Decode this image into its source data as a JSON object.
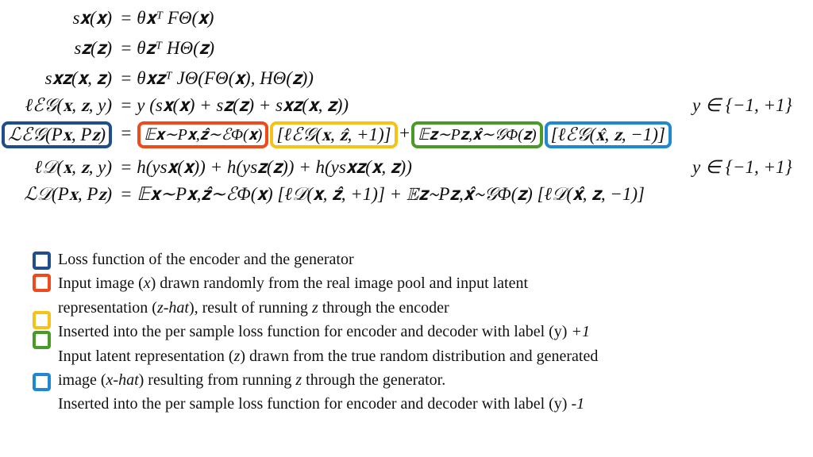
{
  "colors": {
    "dark_blue": "#1f4e8a",
    "red": "#f04a1c",
    "yellow": "#f5c218",
    "green": "#4a9a2a",
    "light_blue": "#1e88d2"
  },
  "equations": [
    {
      "lhs": "s𝐱(𝐱)",
      "rhs": "= θ𝐱ᵀ FΘ(𝐱)",
      "cond": ""
    },
    {
      "lhs": "s𝐳(𝐳)",
      "rhs": "= θ𝐳ᵀ HΘ(𝐳)",
      "cond": ""
    },
    {
      "lhs": "s𝐱𝐳(𝐱, 𝐳)",
      "rhs": "= θ𝐱𝐳ᵀ JΘ(FΘ(𝐱), HΘ(𝐳))",
      "cond": ""
    },
    {
      "lhs": "ℓℰ𝒢(𝐱, 𝐳, y)",
      "rhs": "= y (s𝐱(𝐱) + s𝐳(𝐳) + s𝐱𝐳(𝐱, 𝐳))",
      "cond": "y ∈ {−1, +1}"
    },
    {
      "lhs": "ℒℰ𝒢(P𝐱, P𝐳)",
      "eq": "=",
      "term1": "𝔼𝐱∼P𝐱,𝐳̂∼ℰΦ(𝐱)",
      "term2": "[ℓℰ𝒢(𝐱, 𝐳̂, +1)]",
      "plus": "+",
      "term3": "𝔼𝐳∼P𝐳,𝐱̂∼𝒢Φ(𝐳)",
      "term4": "[ℓℰ𝒢(𝐱̂, 𝐳, −1)]",
      "cond": ""
    },
    {
      "lhs": "ℓ𝒟(𝐱, 𝐳, y)",
      "rhs": "= h(ys𝐱(𝐱)) + h(ys𝐳(𝐳)) + h(ys𝐱𝐳(𝐱, 𝐳))",
      "cond": "y ∈ {−1, +1}"
    },
    {
      "lhs": "ℒ𝒟(P𝐱, P𝐳)",
      "rhs": "= 𝔼𝐱∼P𝐱,𝐳̂∼ℰΦ(𝐱) [ℓ𝒟(𝐱, 𝐳̂, +1)] + 𝔼𝐳∼P𝐳,𝐱̂∼𝒢Φ(𝐳) [ℓ𝒟(𝐱̂, 𝐳, −1)]",
      "cond": ""
    }
  ],
  "legend": {
    "l1": "Loss function of the encoder and the generator",
    "l2a": "Input image (",
    "l2b": "x",
    "l2c": ") drawn randomly from the real image pool and input latent",
    "l3a": "representation (",
    "l3b": "z-hat",
    "l3c": "), result of running ",
    "l3d": "z",
    "l3e": " through the encoder",
    "l4a": "Inserted into the per sample loss function for encoder and decoder with label (y) ",
    "l4b": "+1",
    "l5a": "Input latent representation (",
    "l5b": "z",
    "l5c": ") drawn from the true random distribution and generated",
    "l6a": "image (",
    "l6b": "x-hat",
    "l6c": ") resulting from running ",
    "l6d": "z",
    "l6e": " through the generator.",
    "l7a": "Inserted into the per sample loss function for encoder and decoder with label (y) ",
    "l7b": "-1"
  }
}
